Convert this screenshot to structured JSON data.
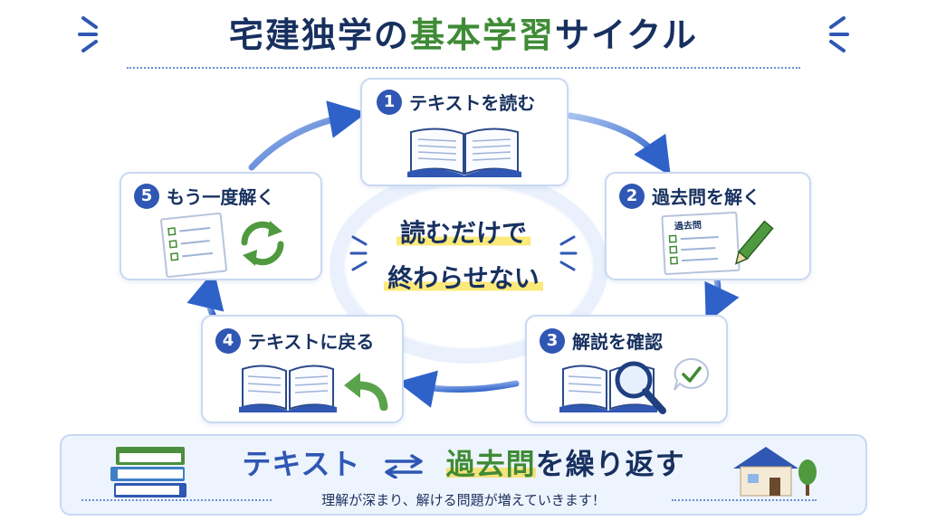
{
  "title": {
    "part1": "宅建独学の",
    "highlight": "基本学習",
    "part2": "サイクル"
  },
  "center": {
    "line1": "読むだけで",
    "line2": "終わらせない"
  },
  "steps": [
    {
      "number": "1",
      "label": "テキストを読む"
    },
    {
      "number": "2",
      "label": "過去問を解く",
      "sheet_label": "過去問"
    },
    {
      "number": "3",
      "label": "解説を確認"
    },
    {
      "number": "4",
      "label": "テキストに戻る"
    },
    {
      "number": "5",
      "label": "もう一度解く"
    }
  ],
  "banner": {
    "word1": "テキスト",
    "word2": "過去問",
    "suffix": "を繰り返す",
    "subtext": "理解が深まり、解ける問題が増えていきます！"
  },
  "colors": {
    "navy": "#17305f",
    "accent_blue": "#2f57b3",
    "accent_green": "#3f8b36",
    "highlight_yellow": "#fbe97a",
    "card_border": "#c9d8f2"
  },
  "icons": {
    "swap": "swap-arrows-icon",
    "house": "house-icon",
    "books": "book-stack-icon"
  }
}
